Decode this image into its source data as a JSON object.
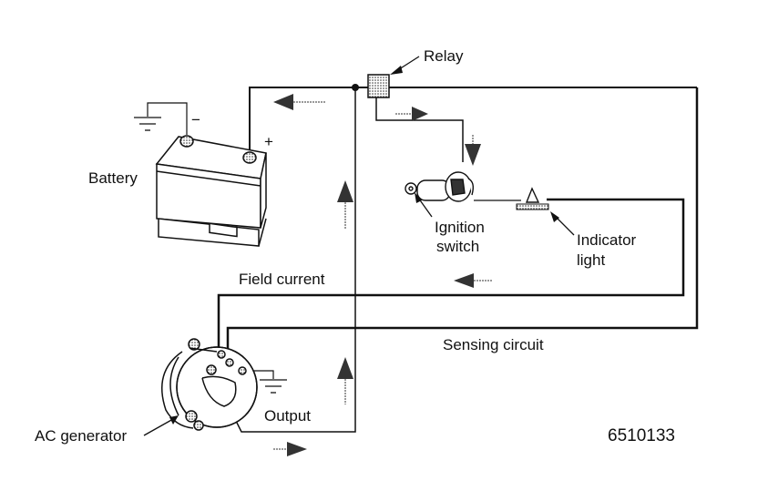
{
  "diagram": {
    "title": "Charging system circuit",
    "labels": {
      "relay": "Relay",
      "battery": "Battery",
      "battery_negative": "−",
      "battery_positive": "+",
      "ignition_switch_line1": "Ignition",
      "ignition_switch_line2": "switch",
      "indicator_light_line1": "Indicator",
      "indicator_light_line2": "light",
      "field_current": "Field current",
      "sensing_circuit": "Sensing circuit",
      "output": "Output",
      "ac_generator": "AC generator",
      "figure_code": "6510133"
    },
    "components": [
      "relay",
      "battery",
      "ignition-switch",
      "indicator-light",
      "ac-generator",
      "ground"
    ],
    "flow_arrows": [
      {
        "location": "battery-positive wire",
        "direction": "left"
      },
      {
        "location": "relay to ignition switch",
        "direction": "right"
      },
      {
        "location": "relay to ignition switch",
        "direction": "down"
      },
      {
        "location": "main vertical line upper",
        "direction": "up"
      },
      {
        "location": "field current line",
        "direction": "left"
      },
      {
        "location": "main vertical line lower",
        "direction": "up"
      },
      {
        "location": "generator output",
        "direction": "right"
      }
    ],
    "colors": {
      "line": "#111111",
      "background": "#ffffff",
      "stipple": "#888888"
    }
  }
}
